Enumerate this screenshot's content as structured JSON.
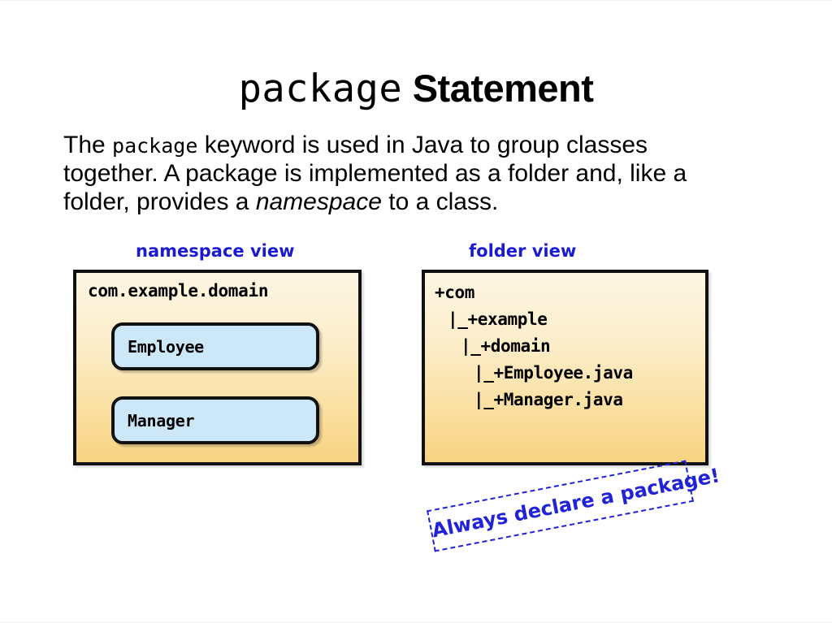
{
  "slide": {
    "title": {
      "mono_part": "package",
      "sans_part": " Statement"
    },
    "body": {
      "line1_pre": "The ",
      "line1_keyword": "package",
      "line1_post": " keyword is used in Java to group classes",
      "line2": "together. A package is implemented as a folder and, like a",
      "line3_pre": "folder, provides a ",
      "line3_italic": "namespace",
      "line3_post": " to a class."
    },
    "captions": {
      "namespace_view": "namespace view",
      "folder_view": "folder view"
    },
    "namespace_box": {
      "package_name": "com.example.domain",
      "classes": [
        {
          "name": "Employee"
        },
        {
          "name": "Manager"
        }
      ]
    },
    "folder_box": {
      "tree": [
        {
          "text": "+com",
          "indent": 0
        },
        {
          "text": "|_+example",
          "indent": 1
        },
        {
          "text": "|_+domain",
          "indent": 2
        },
        {
          "text": "|_+Employee.java",
          "indent": 3
        },
        {
          "text": "|_+Manager.java",
          "indent": 3
        }
      ]
    },
    "stamp": {
      "text": "Always declare a package!"
    },
    "colors": {
      "annotation_blue": "#1a1ad2",
      "stamp_blue": "#2222d6",
      "package_box_top": "#fdf6e3",
      "package_box_bottom": "#f7d482",
      "class_box_fill": "#cbe7f8",
      "border_black": "#111111",
      "background": "#ffffff"
    }
  }
}
